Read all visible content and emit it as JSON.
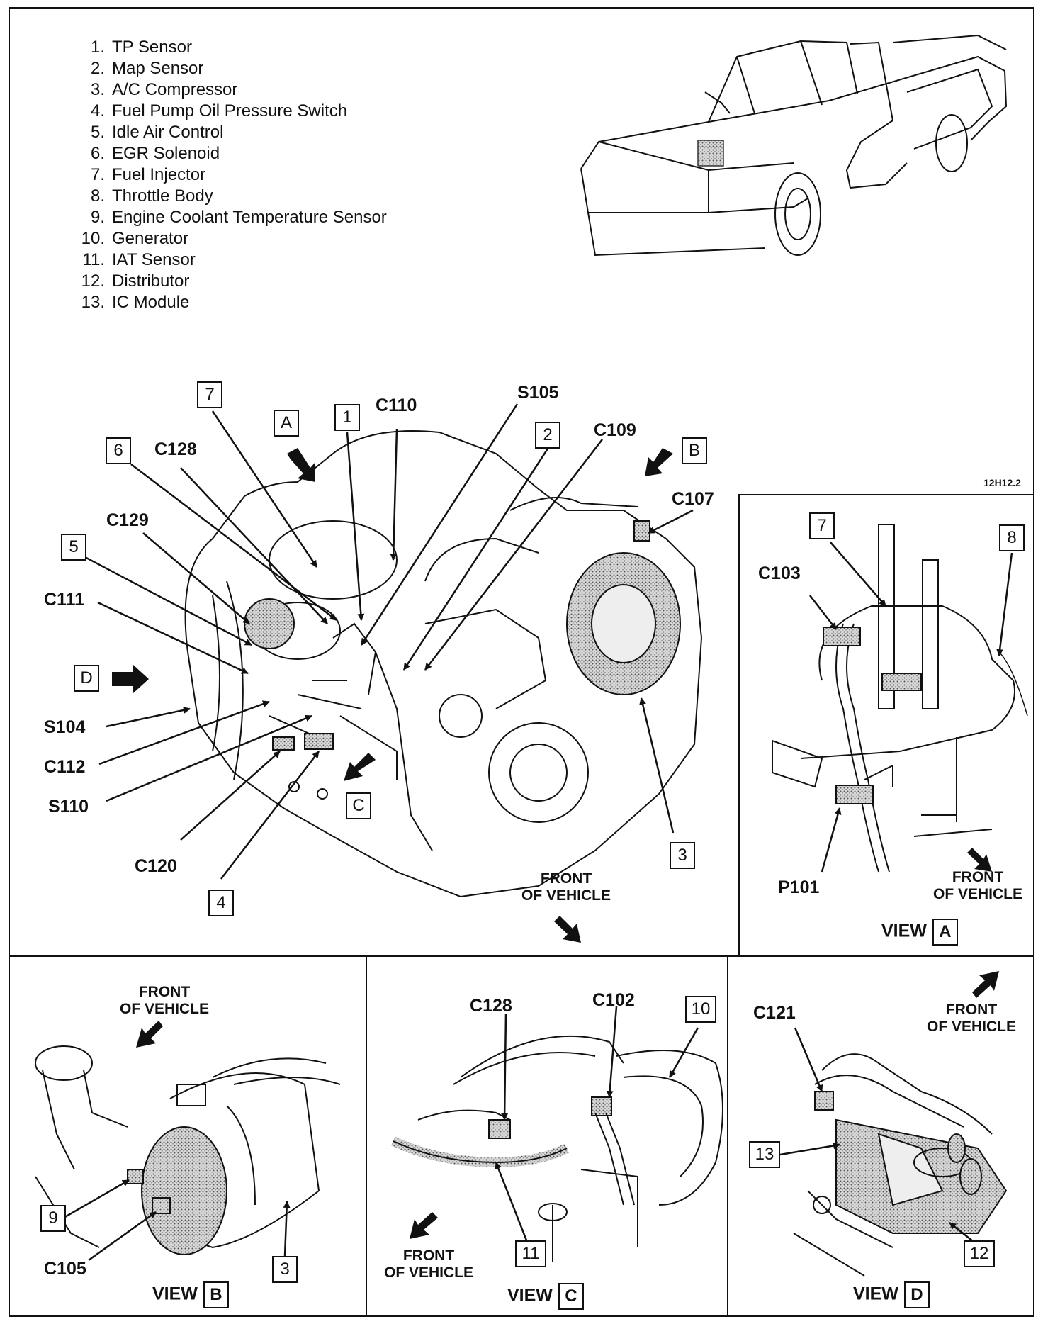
{
  "legend": [
    {
      "num": "1.",
      "text": "TP Sensor"
    },
    {
      "num": "2.",
      "text": "Map Sensor"
    },
    {
      "num": "3.",
      "text": "A/C Compressor"
    },
    {
      "num": "4.",
      "text": "Fuel Pump Oil Pressure Switch"
    },
    {
      "num": "5.",
      "text": "Idle Air Control"
    },
    {
      "num": "6.",
      "text": "EGR Solenoid"
    },
    {
      "num": "7.",
      "text": "Fuel Injector"
    },
    {
      "num": "8.",
      "text": "Throttle Body"
    },
    {
      "num": "9.",
      "text": "Engine Coolant Temperature Sensor"
    },
    {
      "num": "10.",
      "text": "Generator"
    },
    {
      "num": "11.",
      "text": "IAT Sensor"
    },
    {
      "num": "12.",
      "text": "Distributor"
    },
    {
      "num": "13.",
      "text": "IC Module"
    }
  ],
  "figure_code": "12H12.2",
  "front_of_vehicle": [
    "FRONT",
    "OF VEHICLE"
  ],
  "view_word": "VIEW",
  "main": {
    "boxes": [
      "7",
      "A",
      "1",
      "2",
      "6",
      "5",
      "D",
      "C",
      "4",
      "3",
      "B"
    ],
    "connectors": [
      "C110",
      "S105",
      "C109",
      "C128",
      "C107",
      "C129",
      "C111",
      "S104",
      "C112",
      "S110",
      "C120"
    ]
  },
  "view_a": {
    "letter": "A",
    "boxes": [
      "7",
      "8"
    ],
    "connectors": [
      "C103",
      "P101"
    ]
  },
  "view_b": {
    "letter": "B",
    "boxes": [
      "9",
      "3"
    ],
    "connectors": [
      "C105"
    ]
  },
  "view_c": {
    "letter": "C",
    "boxes": [
      "10",
      "11"
    ],
    "connectors": [
      "C128",
      "C102"
    ]
  },
  "view_d": {
    "letter": "D",
    "boxes": [
      "13",
      "12"
    ],
    "connectors": [
      "C121"
    ]
  },
  "colors": {
    "line": "#111111",
    "shade": "#9a9a9a",
    "paper": "#ffffff"
  }
}
